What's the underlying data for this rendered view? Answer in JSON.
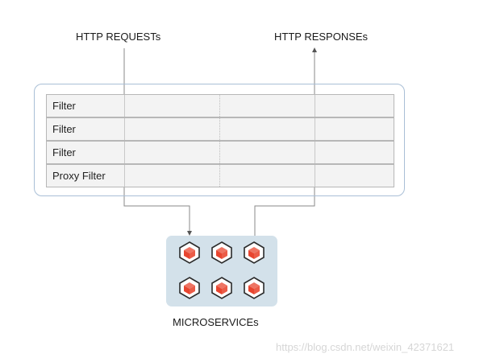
{
  "diagram": {
    "requests_label": "HTTP REQUESTs",
    "responses_label": "HTTP RESPONSEs",
    "filters": [
      {
        "label": "Filter"
      },
      {
        "label": "Filter"
      },
      {
        "label": "Filter"
      },
      {
        "label": "Proxy Filter"
      }
    ],
    "microservices_label": "MICROSERVICEs",
    "microservice_icon": "cube-icon",
    "microservice_count": 6,
    "watermark": "https://blog.csdn.net/weixin_42371621"
  },
  "colors": {
    "frame_border": "#a9bfd6",
    "filter_fill": "#f3f3f3",
    "microservice_box": "#d3e1ea",
    "cube_red": "#e8452f"
  }
}
